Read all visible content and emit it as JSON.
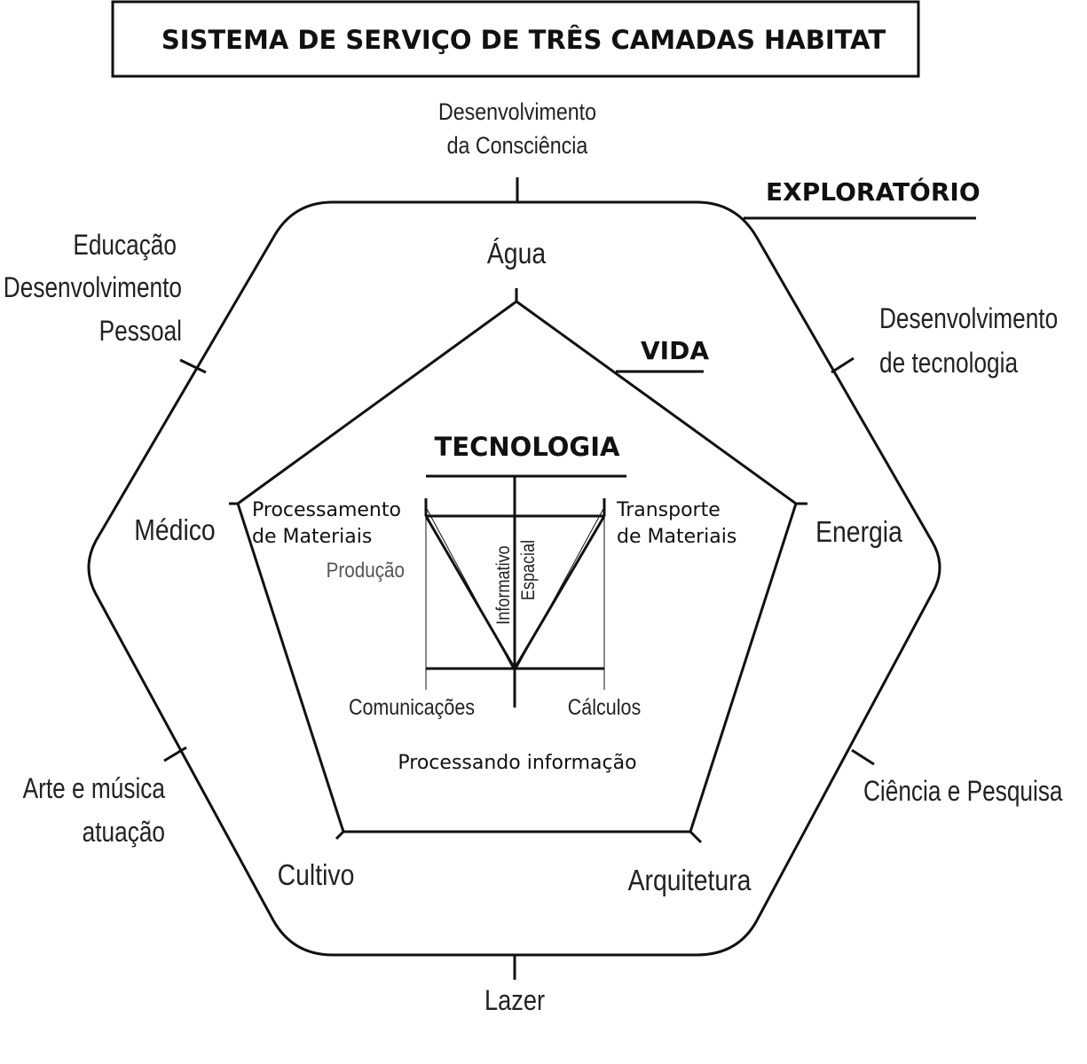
{
  "title": "SISTEMA DE SERVIÇO DE TRÊS CAMADAS HABITAT",
  "layers": {
    "outer": "EXPLORATÓRIO",
    "middle": "VIDA",
    "inner": "TECNOLOGIA"
  },
  "outer_labels": {
    "top_line1": "Desenvolvimento",
    "top_line2": "da Consciência",
    "upper_left_line1": "Educação",
    "upper_left_line2": "Desenvolvimento",
    "upper_left_line3": "Pessoal",
    "upper_right_line1": "Desenvolvimento",
    "upper_right_line2": "de tecnologia",
    "lower_left_line1": "Arte e música",
    "lower_left_line2": "atuação",
    "lower_right": "Ciência e Pesquisa",
    "bottom": "Lazer"
  },
  "middle_labels": {
    "top": "Água",
    "left": "Médico",
    "right": "Energia",
    "bottom_left": "Cultivo",
    "bottom_right": "Arquitetura"
  },
  "inner_labels": {
    "left_line1": "Processamento",
    "left_line2": "de Materiais",
    "right_line1": "Transporte",
    "right_line2": "de Materiais",
    "production": "Produção",
    "informative": "Informativo",
    "spatial": "Espacial",
    "communications": "Comunicações",
    "calculations": "Cálculos",
    "info_processing": "Processando informação"
  }
}
